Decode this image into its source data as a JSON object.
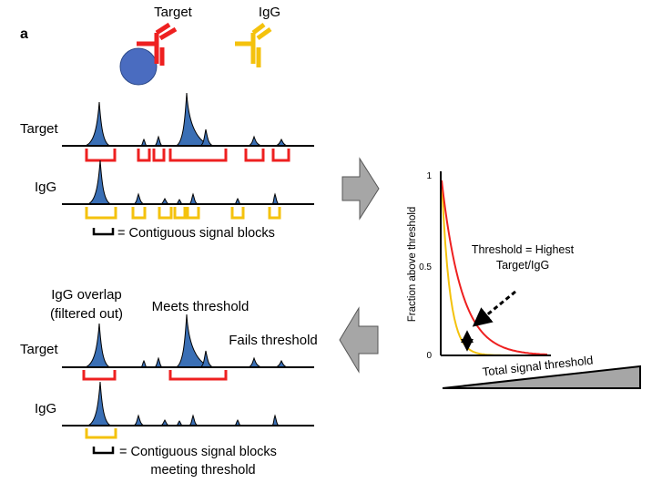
{
  "panel_letter": "a",
  "colors": {
    "target": "#ee2020",
    "igg": "#f4c20d",
    "peak": "#3a6fb5",
    "bead": "#4a6cc0",
    "arrow": "#a6a6a6"
  },
  "top": {
    "antibody_target_label": "Target",
    "antibody_igg_label": "IgG",
    "track_target_label": "Target",
    "track_igg_label": "IgG",
    "legend_text": "= Contiguous signal blocks"
  },
  "bottom": {
    "igg_overlap_line1": "IgG overlap",
    "igg_overlap_line2": "(filtered out)",
    "meets_label": "Meets threshold",
    "fails_label": "Fails threshold",
    "track_target_label": "Target",
    "track_igg_label": "IgG",
    "legend_line1": "= Contiguous signal blocks",
    "legend_line2": "meeting threshold"
  },
  "graph": {
    "y_axis_label": "Fraction above threshold",
    "y_ticks": [
      "1",
      "0.5",
      "0"
    ],
    "annotation_line1": "Threshold = Highest",
    "annotation_line2": "Target/IgG",
    "x_axis_label": "Total signal threshold"
  }
}
